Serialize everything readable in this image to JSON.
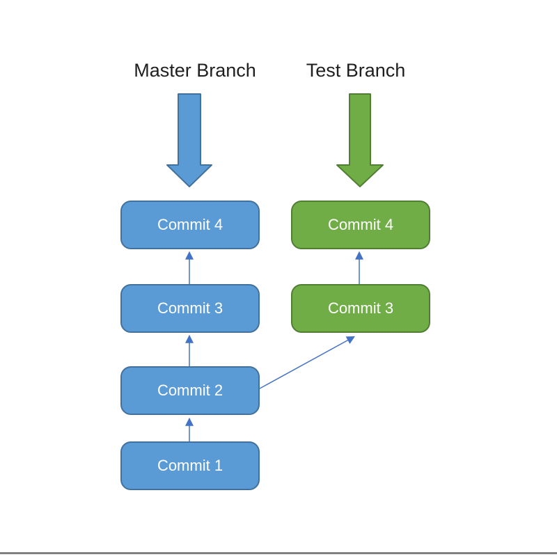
{
  "diagram": {
    "type": "git-branch-diagram",
    "background": "#ffffff",
    "branches": [
      {
        "name": "master",
        "label": "Master Branch",
        "fill": "#5b9bd5",
        "border": "#41719c",
        "text_color": "#ffffff",
        "commits": [
          "Commit 4",
          "Commit 3",
          "Commit 2",
          "Commit 1"
        ]
      },
      {
        "name": "test",
        "label": "Test Branch",
        "fill": "#70ad47",
        "border": "#507e32",
        "text_color": "#ffffff",
        "commits": [
          "Commit 4",
          "Commit 3"
        ]
      }
    ],
    "connections": [
      {
        "from": "master Commit 1",
        "to": "master Commit 2"
      },
      {
        "from": "master Commit 2",
        "to": "master Commit 3"
      },
      {
        "from": "master Commit 3",
        "to": "master Commit 4"
      },
      {
        "from": "master Commit 2",
        "to": "test Commit 3"
      },
      {
        "from": "test Commit 3",
        "to": "test Commit 4"
      }
    ],
    "connector_color": "#4472c4",
    "label_color": "#1f1f1f",
    "bottom_line_color": "#808080"
  }
}
